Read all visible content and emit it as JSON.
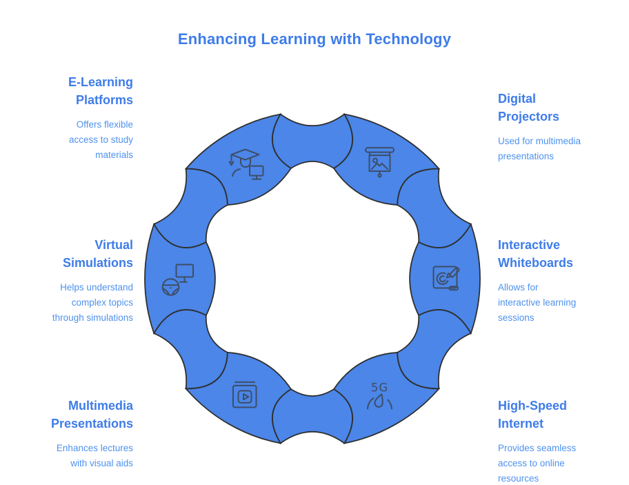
{
  "title": "Enhancing Learning with Technology",
  "colors": {
    "background": "#ffffff",
    "segment_fill": "#4b86e8",
    "segment_outline": "#2f2f2f",
    "icon_stroke": "#3e4d66",
    "title_color": "#3e7ce8",
    "heading_color": "#3e7ce8",
    "body_color": "#4e91ef"
  },
  "segments": [
    {
      "label": "E-Learning\nPlatforms",
      "description": "Offers flexible\naccess to study\nmaterials",
      "icon": "graduation-cap-monitor-icon",
      "angle_deg": 120,
      "label_side": "left"
    },
    {
      "label": "Digital\nProjectors",
      "description": "Used for multimedia\npresentations",
      "icon": "projector-screen-icon",
      "angle_deg": 60,
      "label_side": "right"
    },
    {
      "label": "Virtual\nSimulations",
      "description": "Helps understand\ncomplex topics\nthrough simulations",
      "icon": "steering-wheel-monitor-icon",
      "angle_deg": 180,
      "label_side": "left"
    },
    {
      "label": "Interactive\nWhiteboards",
      "description": "Allows for\ninteractive learning\nsessions",
      "icon": "whiteboard-pen-icon",
      "angle_deg": 0,
      "label_side": "right"
    },
    {
      "label": "Multimedia\nPresentations",
      "description": "Enhances lectures\nwith visual aids",
      "icon": "video-book-icon",
      "angle_deg": 240,
      "label_side": "left"
    },
    {
      "label": "High-Speed\nInternet",
      "description": "Provides seamless\naccess to online\nresources",
      "icon": "5g-speedometer-icon",
      "badge": "5G",
      "angle_deg": 300,
      "label_side": "right"
    }
  ]
}
